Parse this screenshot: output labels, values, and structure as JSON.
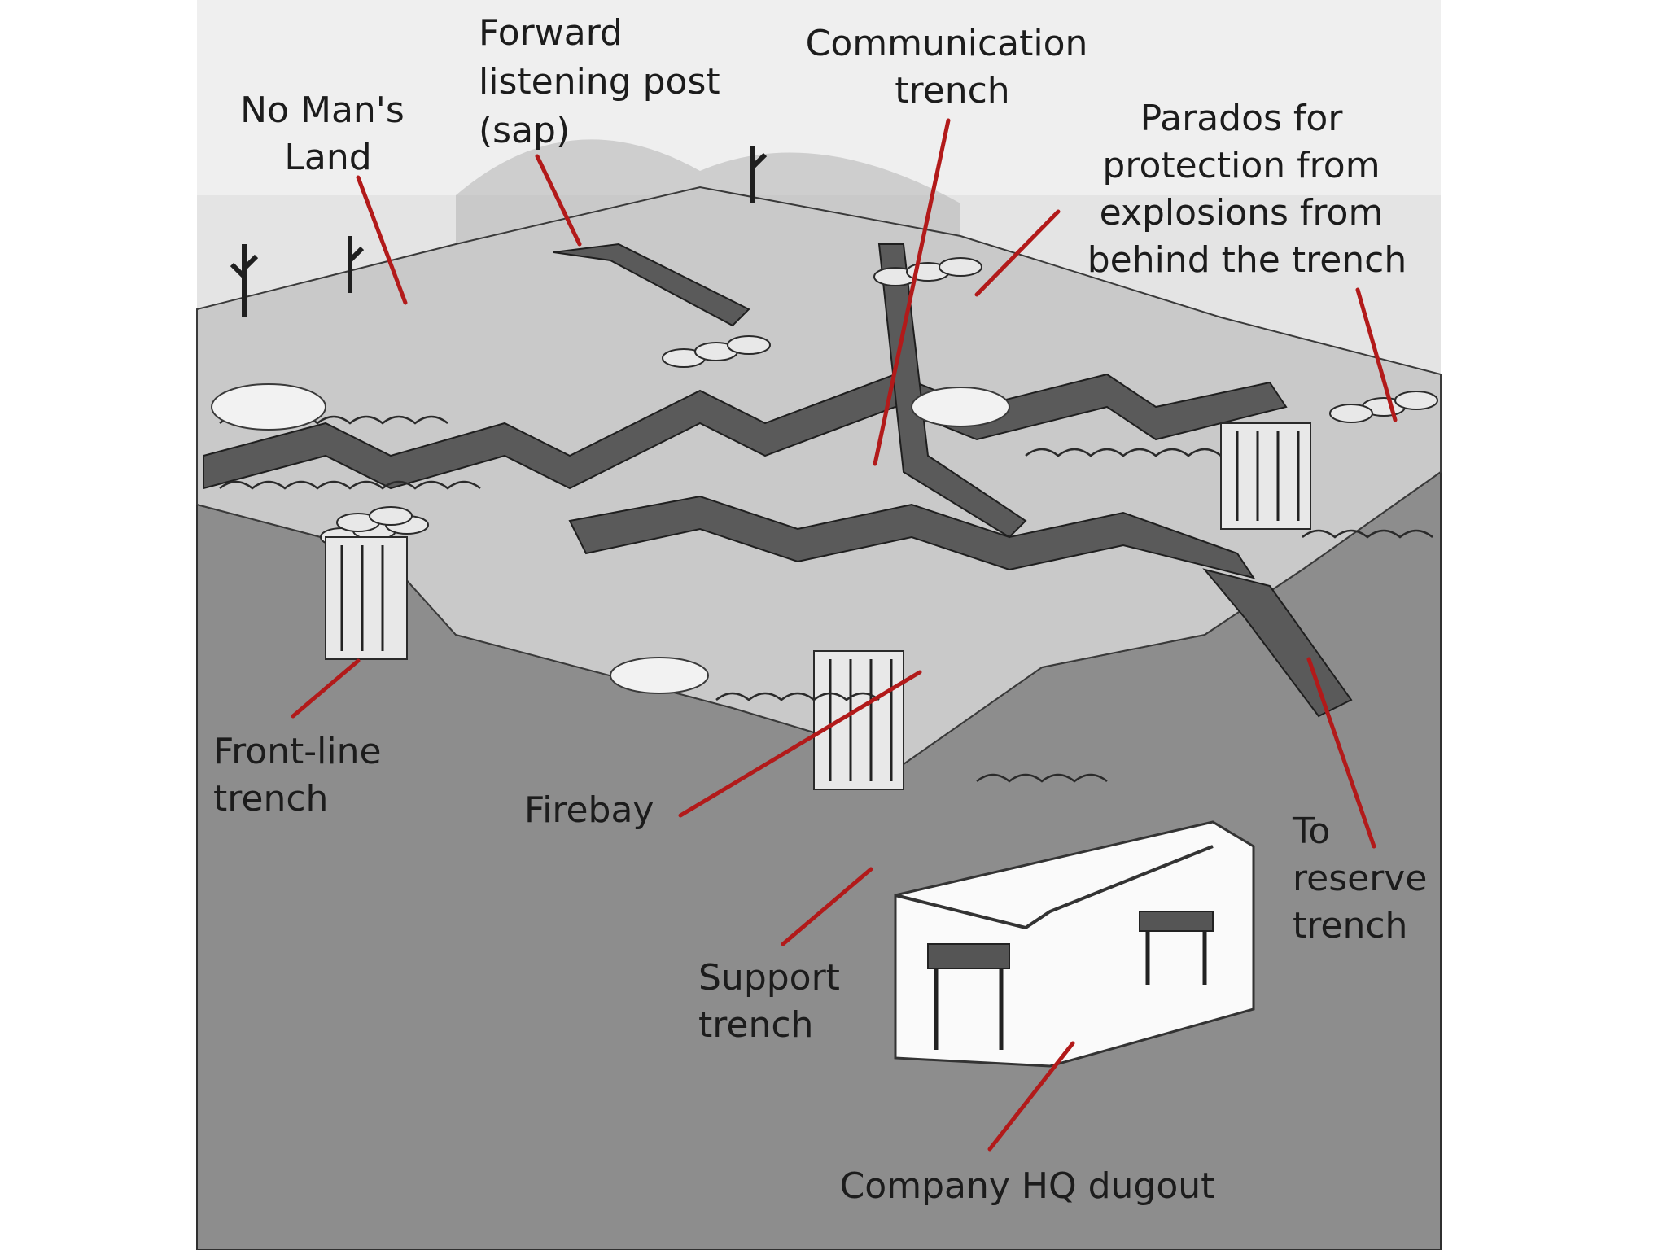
{
  "diagram": {
    "labels": {
      "no_mans_land": [
        "No Man's",
        "Land"
      ],
      "listening_post": [
        "Forward",
        "listening post",
        "(sap)"
      ],
      "communication_trench": [
        "Communication",
        "trench"
      ],
      "parados": [
        "Parados for",
        "protection from",
        "explosions from",
        "behind the trench"
      ],
      "front_line_trench": [
        "Front-line",
        "trench"
      ],
      "firebay": [
        "Firebay"
      ],
      "support_trench": [
        "Support",
        "trench"
      ],
      "to_reserve_trench": [
        "To",
        "reserve",
        "trench"
      ],
      "company_hq_dugout": [
        "Company HQ dugout"
      ]
    },
    "colors": {
      "leader_lines": "#b21a1a",
      "ink": "#1c1c1c",
      "background": "#ffffff"
    }
  }
}
